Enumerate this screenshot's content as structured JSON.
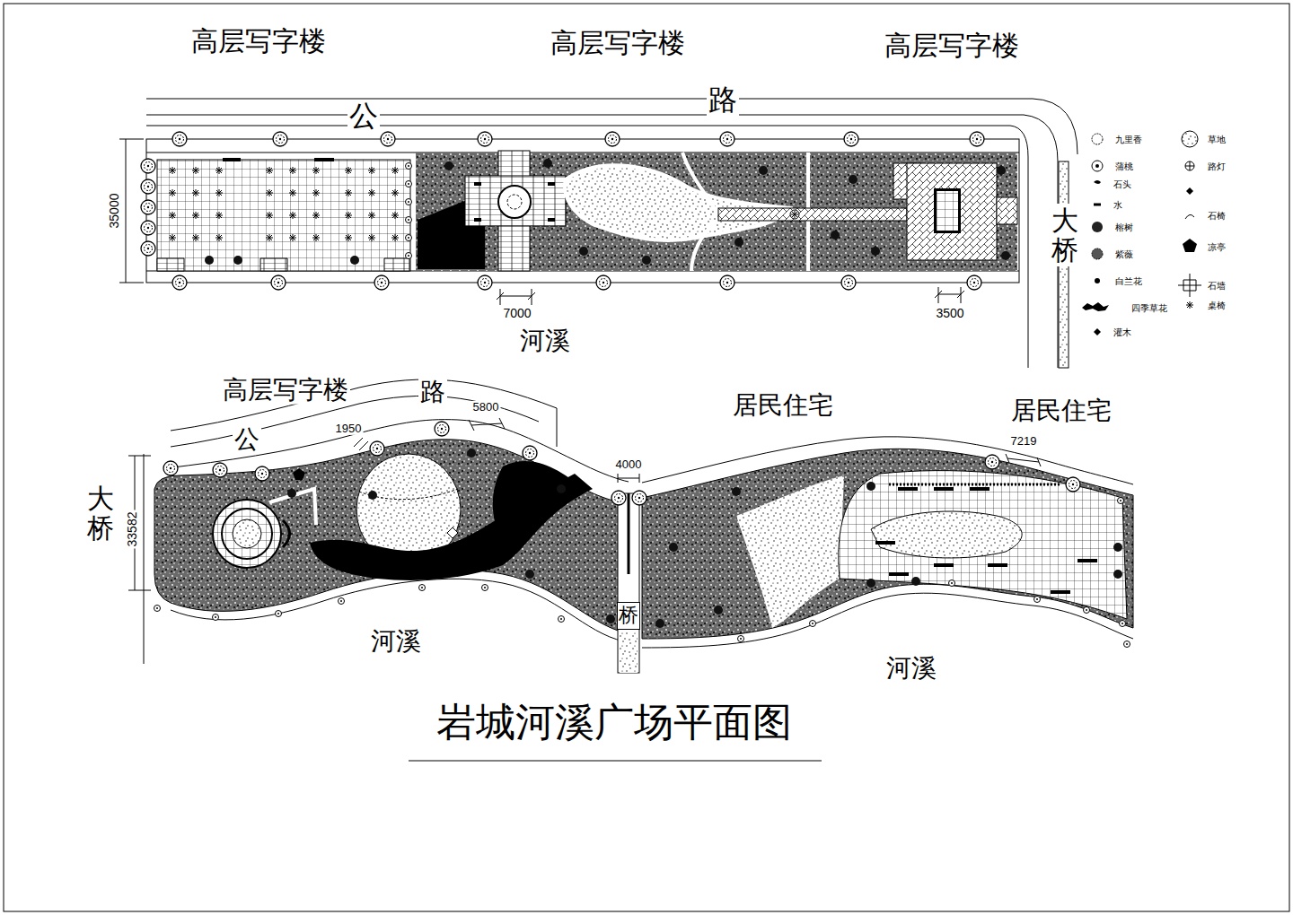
{
  "diagram": {
    "title": "岩城河溪广场平面图",
    "nodes": [
      {
        "text": [
          "桥"
        ]
      }
    ],
    "labels": [
      "高层写字楼",
      "高层写字楼",
      "高层写字楼",
      "公",
      "路",
      "35000",
      "大桥",
      "7000",
      "3500",
      "河溪",
      "高层写字楼",
      "路",
      "5800",
      "1950",
      "居民住宅",
      "居民住宅",
      "公",
      "7219",
      "4000",
      "大桥",
      "33582",
      "河溪",
      "河溪"
    ],
    "legend": [
      {
        "text": "九里香"
      },
      {
        "text": "草地"
      },
      {
        "text": "蒲桃"
      },
      {
        "text": "路灯"
      },
      {
        "text": "石头"
      },
      {
        "text": "水"
      },
      {
        "text": "石椅"
      },
      {
        "text": "榕树"
      },
      {
        "text": "凉亭"
      },
      {
        "text": "紫薇"
      },
      {
        "text": "白兰花"
      },
      {
        "text": "石墙"
      },
      {
        "text": "四季草花"
      },
      {
        "text": "桌椅"
      },
      {
        "text": "灌木"
      }
    ]
  }
}
